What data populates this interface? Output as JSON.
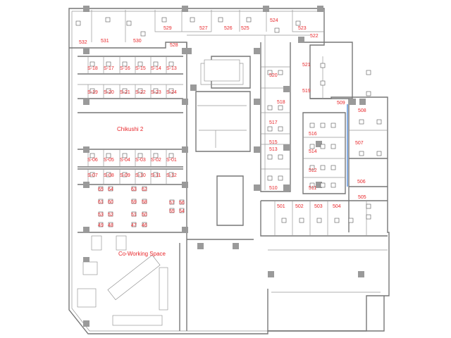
{
  "plan": {
    "areas": {
      "meeting": "Chikushi 2",
      "coworking": "Co-Working Space"
    },
    "rooms": [
      "532",
      "531",
      "530",
      "529",
      "527",
      "526",
      "525",
      "524",
      "523",
      "522",
      "528",
      "521",
      "519",
      "509",
      "520",
      "518",
      "508",
      "517",
      "516",
      "515",
      "513",
      "514",
      "507",
      "512",
      "510",
      "511",
      "506",
      "505",
      "501",
      "502",
      "503",
      "504"
    ],
    "booths_row1": [
      "S-18",
      "S-17",
      "S-16",
      "S-15",
      "S-14",
      "S-13"
    ],
    "booths_row2": [
      "S-19",
      "S-20",
      "S-21",
      "S-22",
      "S-23",
      "S-24"
    ],
    "booths_row3": [
      "S-06",
      "S-05",
      "S-04",
      "S-03",
      "S-02",
      "S-01"
    ],
    "booths_row4": [
      "S-07",
      "S-08",
      "S-09",
      "S-10",
      "S-11",
      "S-12"
    ],
    "seats": [
      "65",
      "64",
      "61",
      "60",
      "63",
      "62",
      "59",
      "58",
      "57",
      "56",
      "55",
      "54",
      "53",
      "52",
      "49",
      "48",
      "51",
      "50",
      "47",
      "46"
    ],
    "colors": {
      "label": "#e8262a",
      "wall": "#777777",
      "column": "#9a9a9a",
      "glass": "#3a7bd5"
    }
  }
}
